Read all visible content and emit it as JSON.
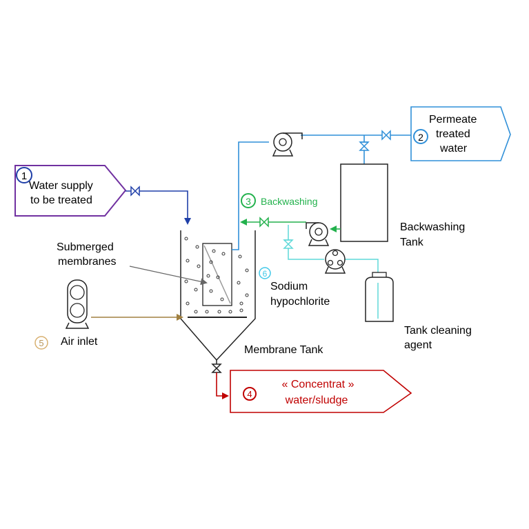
{
  "diagram": {
    "steps": {
      "s1": {
        "number": "1",
        "label_line1": "Water supply",
        "label_line2": "to be treated",
        "color": "#7030a0"
      },
      "s2": {
        "number": "2",
        "label_line1": "Permeate",
        "label_line2": "treated",
        "label_line3": "water",
        "color": "#2f8fd8"
      },
      "s3": {
        "number": "3",
        "label": "Backwashing",
        "color": "#22b14c"
      },
      "s4": {
        "number": "4",
        "label_line1": "« Concentrat »",
        "label_line2": "water/sludge",
        "color": "#c00000"
      },
      "s5": {
        "number": "5",
        "label": "Air inlet",
        "color": "#b8965a"
      },
      "s6": {
        "number": "6",
        "label_line1": "Sodium",
        "label_line2": "hypochlorite",
        "color": "#40c8e8"
      }
    },
    "labels": {
      "submerged_line1": "Submerged",
      "submerged_line2": "membranes",
      "backwash_tank_line1": "Backwashing",
      "backwash_tank_line2": "Tank",
      "membrane_tank": "Membrane Tank",
      "cleaning_line1": "Tank cleaning",
      "cleaning_line2": "agent"
    },
    "colors": {
      "permeate_line": "#2f8fd8",
      "feed_line": "#1f3fa8",
      "backwash_line": "#22b14c",
      "hypochlorite_line": "#5fd8d8",
      "air_line": "#a08040",
      "sludge_line": "#c00000",
      "equipment": "#222222"
    }
  }
}
